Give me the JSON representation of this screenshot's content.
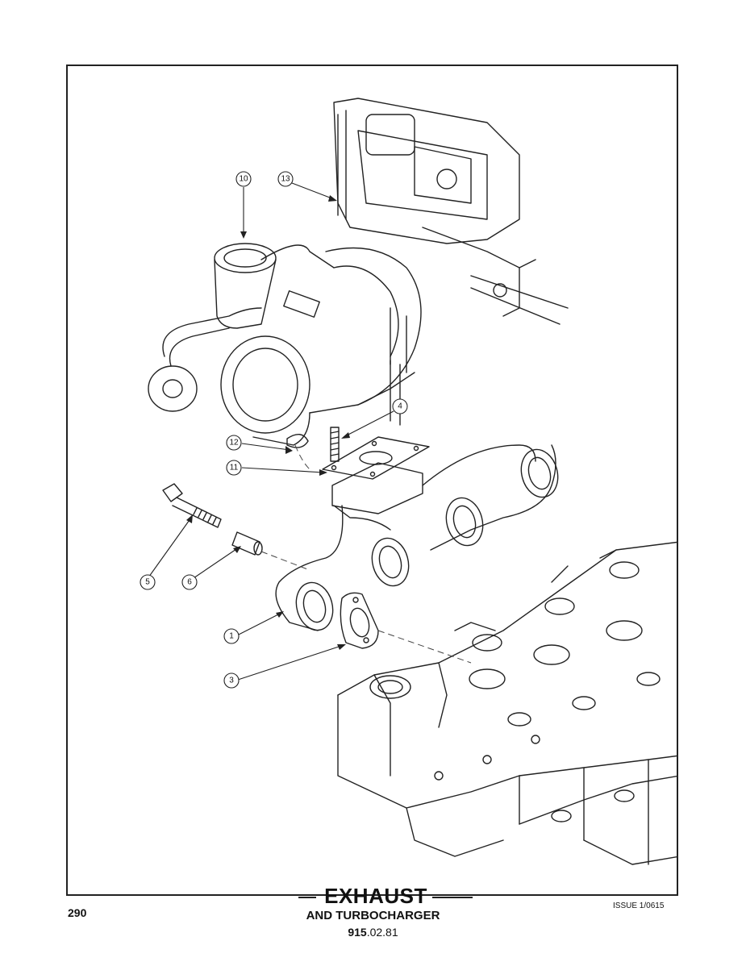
{
  "header": {},
  "footer": {
    "page_number": "290",
    "title": "EXHAUST",
    "subtitle": "AND TURBOCHARGER",
    "code_bold": "915",
    "code_rest": ".02.81",
    "issue": "ISSUE 1/0615"
  },
  "callouts": [
    "10",
    "13",
    "4",
    "12",
    "11",
    "5",
    "6",
    "1",
    "3"
  ]
}
